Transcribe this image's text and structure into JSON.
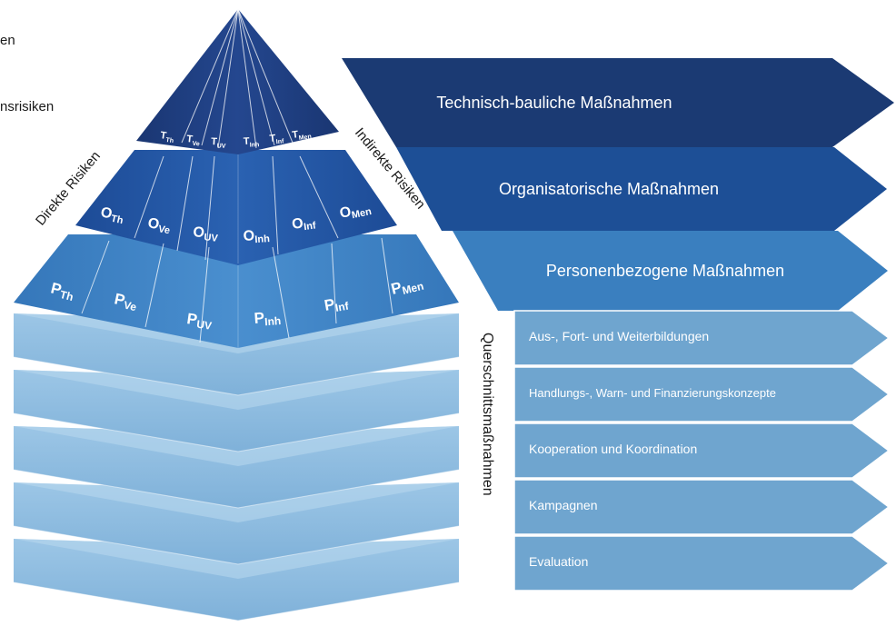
{
  "legend_fragments": [
    "en",
    "nsrisiken"
  ],
  "pyramid": {
    "side_left": "Direkte Risiken",
    "side_right": "Indirekte Risiken",
    "side_vertical": "Querschnittsmaßnahmen",
    "tiers": [
      {
        "letter": "T",
        "subs": [
          "Th",
          "Ve",
          "UV",
          "Inh",
          "Inf",
          "Men"
        ]
      },
      {
        "letter": "O",
        "subs": [
          "Th",
          "Ve",
          "UV",
          "Inh",
          "Inf",
          "Men"
        ]
      },
      {
        "letter": "P",
        "subs": [
          "Th",
          "Ve",
          "UV",
          "Inh",
          "Inf",
          "Men"
        ]
      }
    ],
    "base_slab_count": 5
  },
  "measures": [
    {
      "label": "Technisch-bauliche Maßnahmen",
      "color": "#1b3a73"
    },
    {
      "label": "Organisatorische Maßnahmen",
      "color": "#1d4f96"
    },
    {
      "label": "Personenbezogene  Maßnahmen",
      "color": "#3a7fbf"
    }
  ],
  "cross_measures": [
    "Aus-, Fort- und Weiterbildungen",
    "Handlungs-, Warn- und Finanzierungskonzepte",
    "Kooperation und Koordination",
    "Kampagnen",
    "Evaluation"
  ],
  "colors": {
    "top_tier": "#1e3f7e",
    "mid_tier": "#2358a6",
    "low_tier": "#3a80c2",
    "slab_front": "#8fbde0",
    "slab_top": "#b9d8ef",
    "cross_arrow": "#6fa5cf"
  }
}
